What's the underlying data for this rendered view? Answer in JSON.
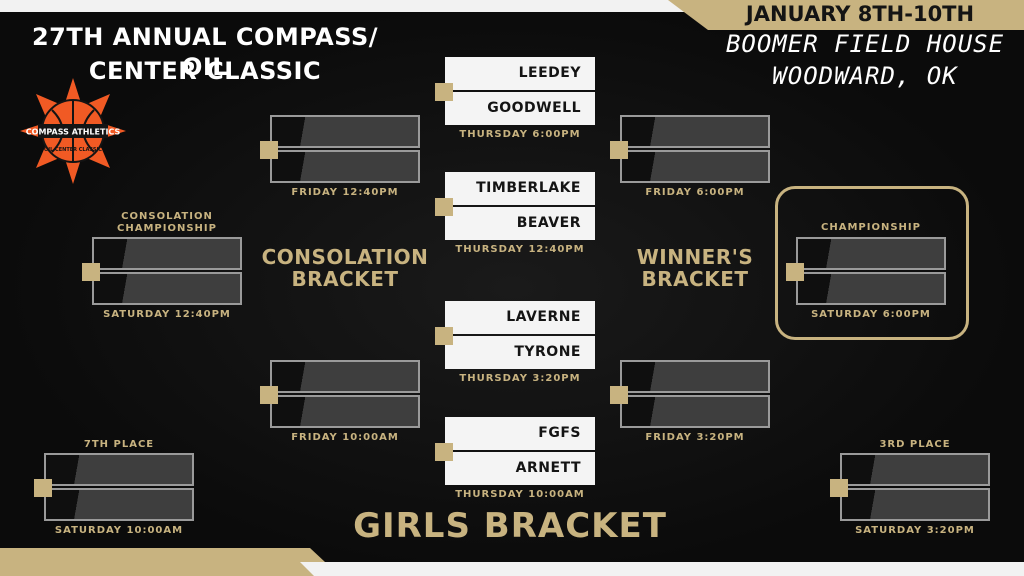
{
  "header": {
    "title_line1": "27TH ANNUAL COMPASS/ OIL",
    "title_line2": "CENTER CLASSIC",
    "dates": "JANUARY 8TH-10TH",
    "venue_line1": "BOOMER FIELD HOUSE",
    "venue_line2": "WOODWARD, OK"
  },
  "logo": {
    "text_main": "COMPASS ATHLETICS",
    "text_sub": "OIL CENTER CLASSIC"
  },
  "colors": {
    "accent": "#c8b380",
    "background": "#0c0c0c",
    "slot": "#3e3e3e",
    "logo_orange": "#f15a24"
  },
  "labels": {
    "consolation_bracket_1": "CONSOLATION",
    "consolation_bracket_2": "BRACKET",
    "winners_bracket_1": "WINNER'S",
    "winners_bracket_2": "BRACKET",
    "footer": "GIRLS BRACKET"
  },
  "first_round": [
    {
      "team1": "LEEDEY",
      "team2": "GOODWELL",
      "time": "THURSDAY 6:00PM"
    },
    {
      "team1": "TIMBERLAKE",
      "team2": "BEAVER",
      "time": "THURSDAY 12:40PM"
    },
    {
      "team1": "LAVERNE",
      "team2": "TYRONE",
      "time": "THURSDAY 3:20PM"
    },
    {
      "team1": "FGFS",
      "team2": "ARNETT",
      "time": "THURSDAY 10:00AM"
    }
  ],
  "consolation_round": [
    {
      "time": "FRIDAY 12:40PM"
    },
    {
      "time": "FRIDAY 10:00AM"
    }
  ],
  "winners_round": [
    {
      "time": "FRIDAY 6:00PM"
    },
    {
      "time": "FRIDAY 3:20PM"
    }
  ],
  "finals": {
    "consolation_championship": {
      "label": "CONSOLATION CHAMPIONSHIP",
      "time": "SATURDAY 12:40PM"
    },
    "championship": {
      "label": "CHAMPIONSHIP",
      "time": "SATURDAY 6:00PM"
    },
    "seventh_place": {
      "label": "7TH PLACE",
      "time": "SATURDAY 10:00AM"
    },
    "third_place": {
      "label": "3RD PLACE",
      "time": "SATURDAY 3:20PM"
    }
  }
}
